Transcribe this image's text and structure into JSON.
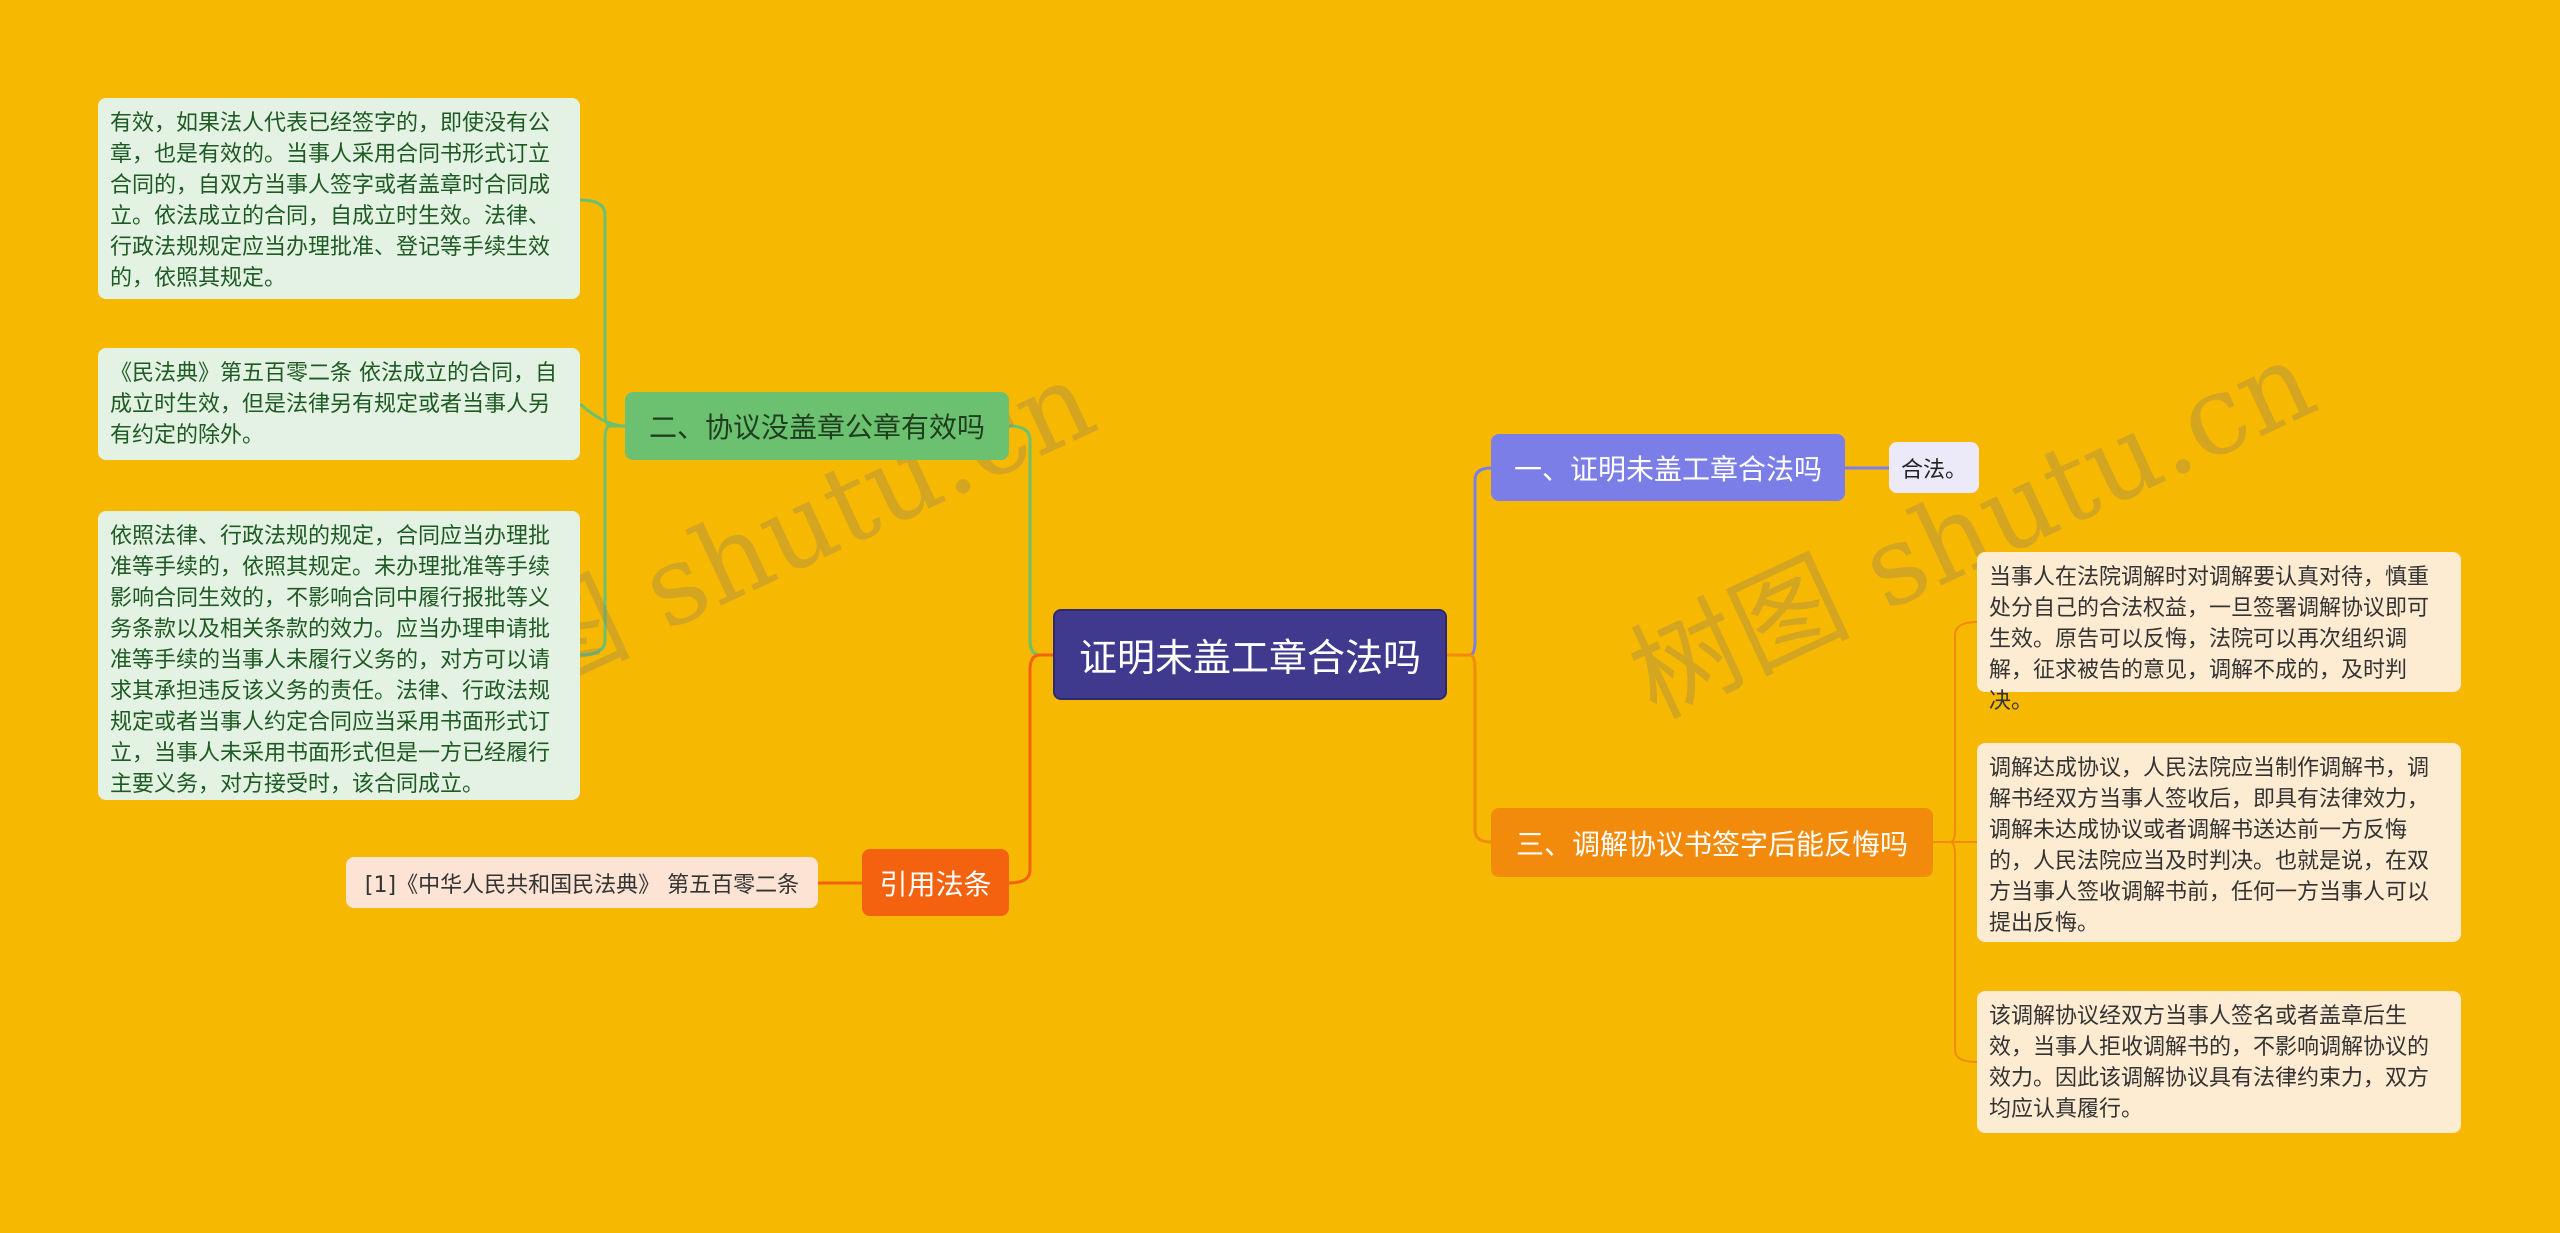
{
  "root": {
    "label": "证明未盖工章合法吗"
  },
  "branches": [
    {
      "label": "一、证明未盖工章合法吗",
      "color": "#7B7EE6",
      "children": [
        "合法。"
      ]
    },
    {
      "label": "二、协议没盖章公章有效吗",
      "color": "#6CC170",
      "children": [
        "有效，如果法人代表已经签字的，即使没有公章，也是有效的。当事人采用合同书形式订立合同的，自双方当事人签字或者盖章时合同成立。依法成立的合同，自成立时生效。法律、行政法规规定应当办理批准、登记等手续生效的，依照其规定。",
        "《民法典》第五百零二条 依法成立的合同，自成立时生效，但是法律另有规定或者当事人另有约定的除外。",
        "依照法律、行政法规的规定，合同应当办理批准等手续的，依照其规定。未办理批准等手续影响合同生效的，不影响合同中履行报批等义务条款以及相关条款的效力。应当办理申请批准等手续的当事人未履行义务的，对方可以请求其承担违反该义务的责任。法律、行政法规规定或者当事人约定合同应当采用书面形式订立，当事人未采用书面形式但是一方已经履行主要义务，对方接受时，该合同成立。"
      ]
    },
    {
      "label": "三、调解协议书签字后能反悔吗",
      "color": "#F28B0C",
      "children": [
        "当事人在法院调解时对调解要认真对待，慎重处分自己的合法权益，一旦签署调解协议即可生效。原告可以反悔，法院可以再次组织调解，征求被告的意见，调解不成的，及时判决。",
        "调解达成协议，人民法院应当制作调解书，调解书经双方当事人签收后，即具有法律效力，调解未达成协议或者调解书送达前一方反悔的，人民法院应当及时判决。也就是说，在双方当事人签收调解书前，任何一方当事人可以提出反悔。",
        "该调解协议经双方当事人签名或者盖章后生效，当事人拒收调解书的，不影响调解协议的效力。因此该调解协议具有法律约束力，双方均应认真履行。"
      ]
    },
    {
      "label": "引用法条",
      "color": "#F4620F",
      "children": [
        "[1]《中华人民共和国民法典》 第五百零二条"
      ]
    }
  ],
  "watermark": "树图 shutu.cn",
  "colors": {
    "background": "#F7B801",
    "root": "#3F3A8E"
  }
}
